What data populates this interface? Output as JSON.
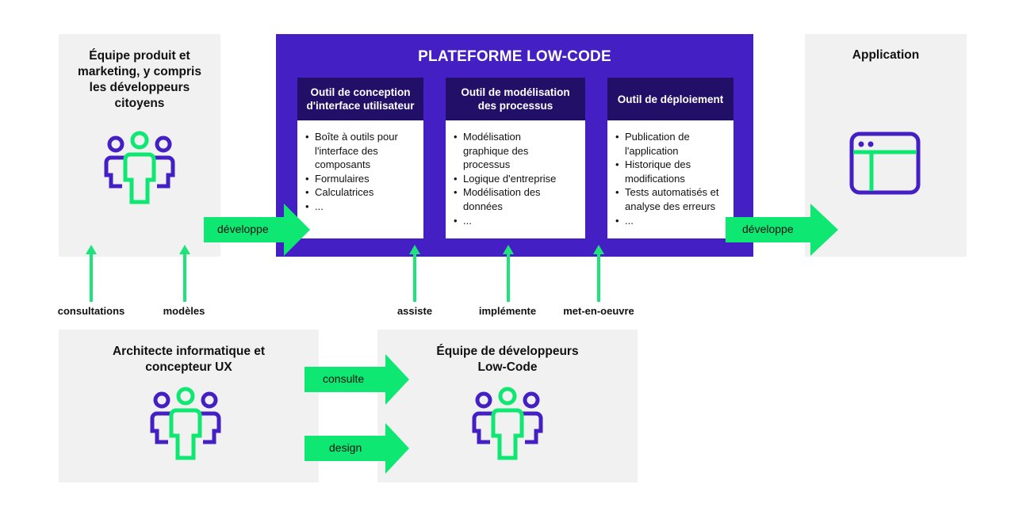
{
  "colors": {
    "purple": "#4420c4",
    "dark_purple": "#221068",
    "green": "#0ee872",
    "panel_gray": "#f1f1f1"
  },
  "product_team": {
    "title": "Équipe produit et marketing, y compris les développeurs citoyens",
    "title_lines": [
      "Équipe produit et",
      "marketing, y compris",
      "les développeurs",
      "citoyens"
    ],
    "icon": "people-group-icon"
  },
  "platform": {
    "title": "PLATEFORME LOW-CODE",
    "tools": [
      {
        "title_lines": [
          "Outil de conception",
          "d'interface utilisateur"
        ],
        "items": [
          [
            "Boîte à outils pour",
            "l'interface des",
            "composants"
          ],
          [
            "Formulaires"
          ],
          [
            "Calculatrices"
          ],
          [
            "..."
          ]
        ]
      },
      {
        "title_lines": [
          "Outil de modélisation",
          "des processus"
        ],
        "items": [
          [
            "Modélisation",
            "graphique des",
            "processus"
          ],
          [
            "Logique d'entreprise"
          ],
          [
            "Modélisation des",
            "données"
          ],
          [
            "..."
          ]
        ]
      },
      {
        "title_lines": [
          "Outil de déploiement"
        ],
        "items": [
          [
            "Publication de",
            "l'application"
          ],
          [
            "Historique des",
            "modifications"
          ],
          [
            "Tests automatisés et",
            "analyse des erreurs"
          ],
          [
            "..."
          ]
        ]
      }
    ]
  },
  "application": {
    "title": "Application",
    "icon": "app-window-icon"
  },
  "arrows": {
    "develop_left": "développe",
    "develop_right": "développe",
    "consult": "consulte",
    "design": "design"
  },
  "captions": {
    "consultations": "consultations",
    "models": "modèles",
    "assists": "assiste",
    "implements": "implémente",
    "executes": "met-en-oeuvre"
  },
  "architect": {
    "title_lines": [
      "Architecte informatique et",
      "concepteur UX"
    ],
    "icon": "people-group-icon"
  },
  "lowcode_team": {
    "title_lines": [
      "Équipe de développeurs",
      "Low-Code"
    ],
    "icon": "people-group-icon"
  }
}
